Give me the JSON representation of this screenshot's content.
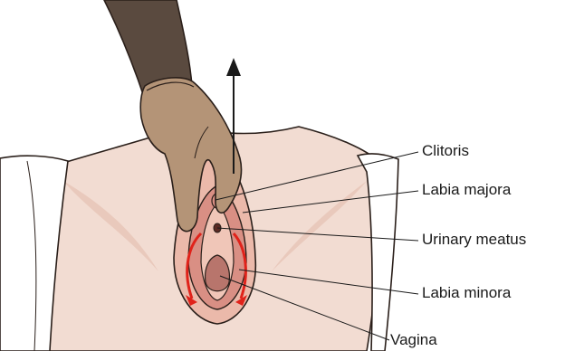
{
  "labels": {
    "clitoris": "Clitoris",
    "labia_majora": "Labia majora",
    "urinary_meatus": "Urinary meatus",
    "labia_minora": "Labia minora",
    "vagina": "Vagina"
  },
  "colors": {
    "skin": "#f2dcd2",
    "skin_shadow": "#e6c1b2",
    "labia_outer": "#ebb9aa",
    "labia_inner": "#d98f84",
    "glove": "#b49477",
    "sleeve": "#5a4a3f",
    "drape": "#ffffff",
    "arrow_motion": "#e0221a",
    "arrow_lift": "#1a1a1a",
    "leader": "#1a1a1a"
  }
}
